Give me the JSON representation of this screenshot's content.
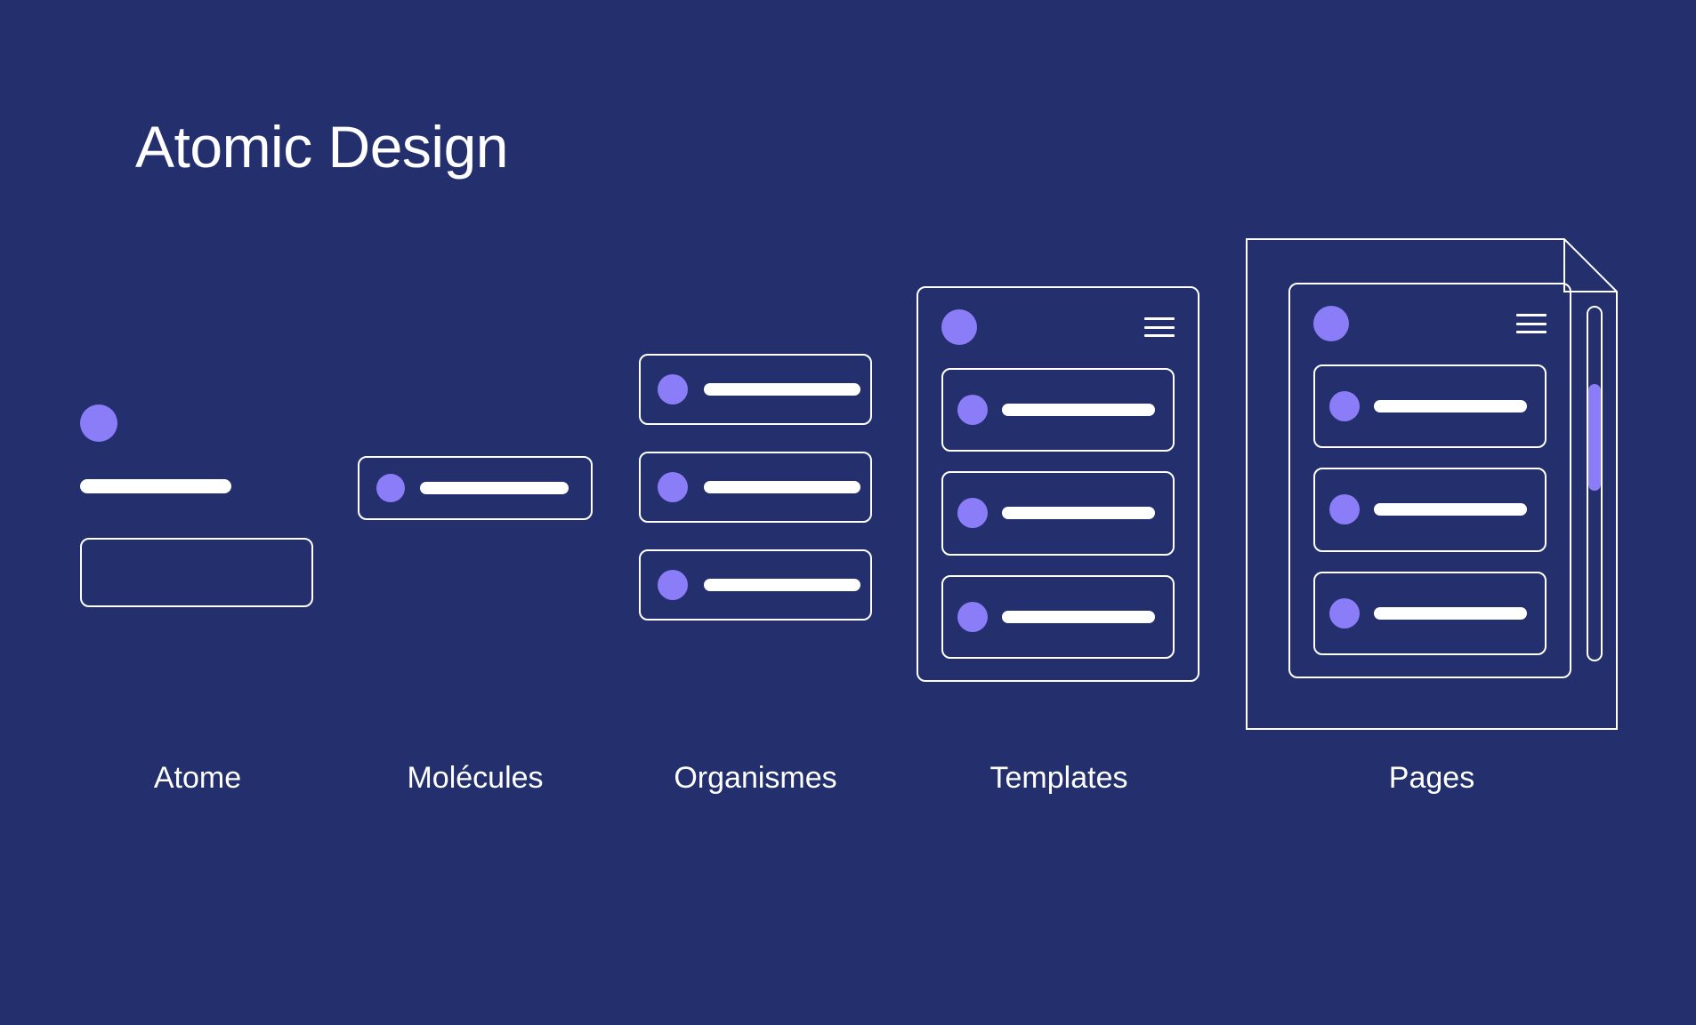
{
  "page": {
    "title": "Atomic Design",
    "background_color": "#24306E",
    "accent_color": "#8B7CF7",
    "stroke_color": "#FFFFFF"
  },
  "columns": [
    {
      "id": "atome",
      "label": "Atome",
      "parts": [
        "circle",
        "bar",
        "box"
      ]
    },
    {
      "id": "molecules",
      "label": "Molécules",
      "parts": [
        "card-with-circle-and-bar"
      ]
    },
    {
      "id": "organismes",
      "label": "Organismes",
      "rows": 3
    },
    {
      "id": "templates",
      "label": "Templates",
      "rows": 3,
      "header": [
        "avatar-circle",
        "hamburger-menu"
      ]
    },
    {
      "id": "pages",
      "label": "Pages",
      "rows": 3,
      "header": [
        "avatar-circle",
        "hamburger-menu"
      ],
      "document_frame": true,
      "folded_corner": true,
      "scrollbar": true
    }
  ]
}
